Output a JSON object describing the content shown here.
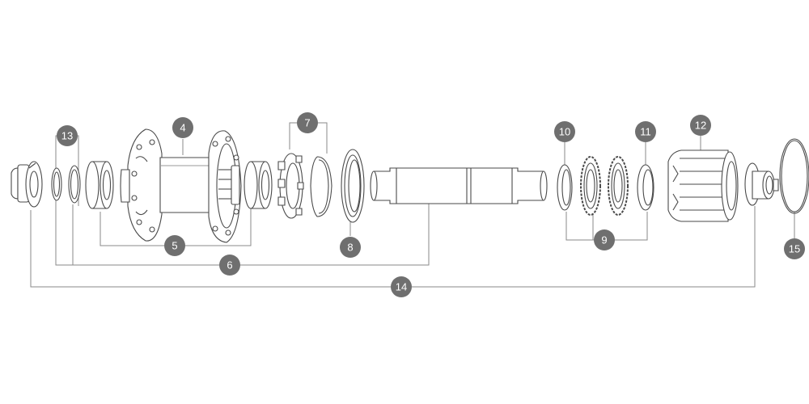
{
  "colors": {
    "line": "#4a4a4a",
    "leader": "#8a8a8a",
    "badge_fill": "#6f6f6f",
    "badge_text": "#ffffff",
    "background": "#ffffff"
  },
  "callouts": {
    "c4": "4",
    "c5": "5",
    "c6": "6",
    "c7": "7",
    "c8": "8",
    "c9": "9",
    "c10": "10",
    "c11": "11",
    "c12": "12",
    "c13": "13",
    "c14": "14",
    "c15": "15"
  }
}
